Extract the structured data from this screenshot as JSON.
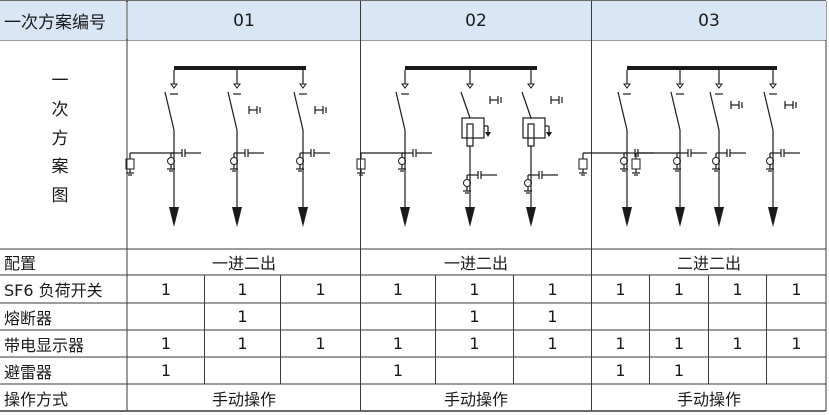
{
  "table": {
    "corner_label": "一次方案编号",
    "schemes": [
      "01",
      "02",
      "03"
    ],
    "diagram_label_chars": [
      "一",
      "次",
      "方",
      "案",
      "图"
    ],
    "rows": [
      {
        "label": "配置",
        "cells": [
          "一进二出",
          "一进二出",
          "二进二出"
        ]
      },
      {
        "label": "SF6 负荷开关",
        "cells": [
          "1",
          "1",
          "1",
          "1",
          "1",
          "1",
          "1",
          "1",
          "1",
          "1"
        ]
      },
      {
        "label": "熔断器",
        "cells": [
          "",
          "1",
          "",
          "",
          "1",
          "1",
          "",
          "",
          "",
          ""
        ]
      },
      {
        "label": "带电显示器",
        "cells": [
          "1",
          "1",
          "1",
          "1",
          "1",
          "1",
          "1",
          "1",
          "1",
          "1"
        ]
      },
      {
        "label": "避雷器",
        "cells": [
          "1",
          "",
          "",
          "1",
          "",
          "",
          "1",
          "1",
          "",
          ""
        ]
      },
      {
        "label": "操作方式",
        "cells": [
          "手动操作",
          "手动操作",
          "手动操作"
        ]
      }
    ]
  },
  "colors": {
    "header_bg": "#d9e6f5",
    "grid": "#3a3a3a",
    "line": "#1a1a1a"
  }
}
